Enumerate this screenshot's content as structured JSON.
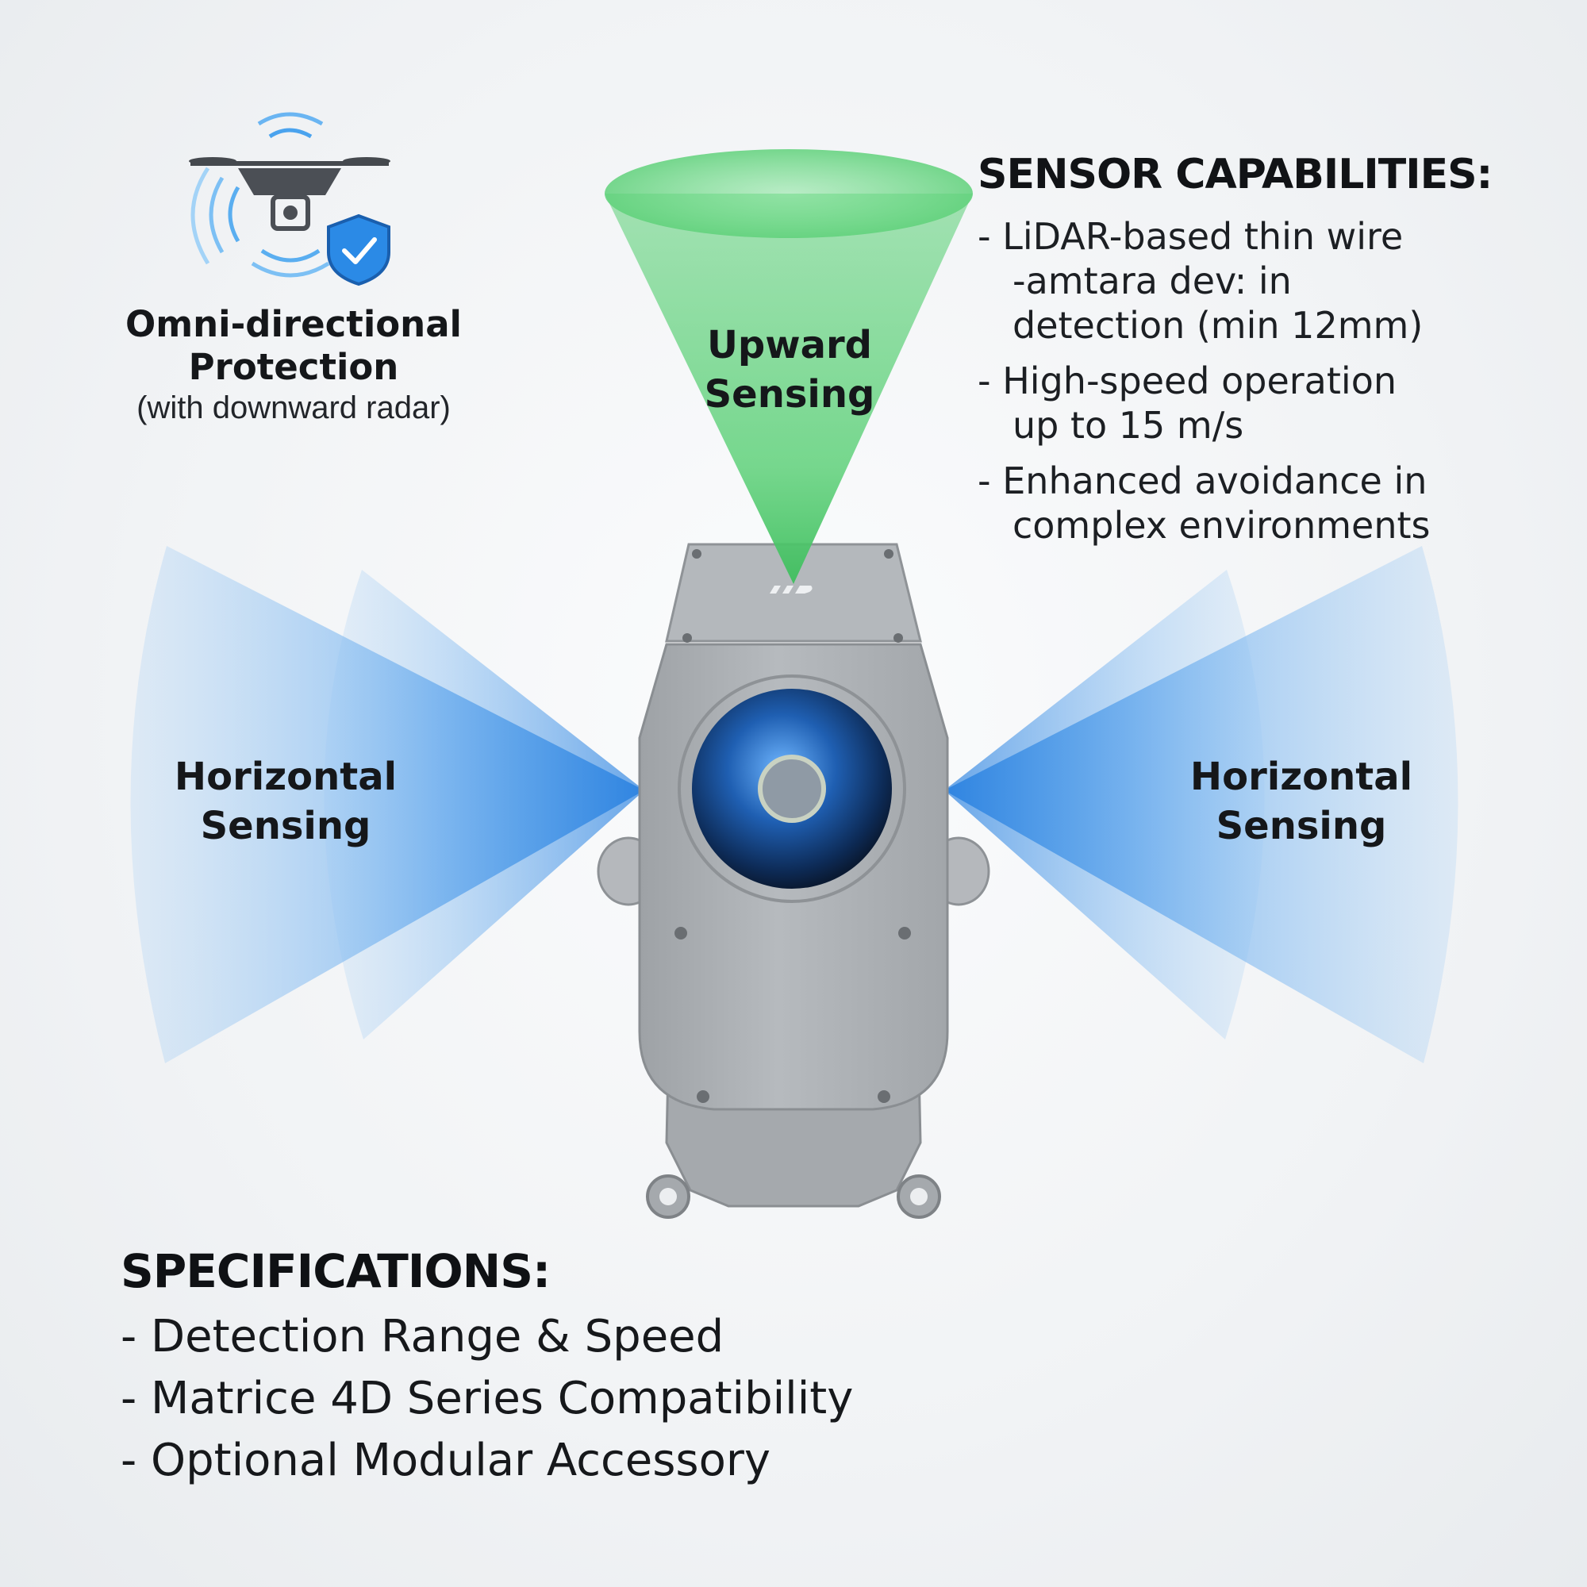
{
  "protection": {
    "title": "Omni-directional Protection",
    "subtitle": "(with downward radar)",
    "icons": [
      "drone-icon",
      "signal-waves-icon",
      "shield-check-icon"
    ]
  },
  "sensing": {
    "upward": "Upward Sensing",
    "horizontal_left": "Horizontal Sensing",
    "horizontal_right": "Horizontal Sensing"
  },
  "capabilities": {
    "title": "SENSOR CAPABILITIES:",
    "items": [
      "- LiDAR-based thin wire\n-amtara dev: in\ndetection (min 12mm)",
      "- High-speed operation\nup to 15 m/s",
      "- Enhanced avoidance in\ncomplex environments"
    ]
  },
  "specifications": {
    "title": "SPECIFICATIONS:",
    "items": [
      "- Detection Range & Speed",
      "- Matrice 4D Series Compatibility",
      "- Optional Modular Accessory"
    ]
  },
  "device": {
    "logo": "dji-logo"
  },
  "colors": {
    "upward_cone": "#5fd17a",
    "horizontal_beam": "#3d8fe6",
    "device_body": "#a9adb1",
    "lens": "#1c5fb0",
    "shield": "#2b8ae6"
  }
}
